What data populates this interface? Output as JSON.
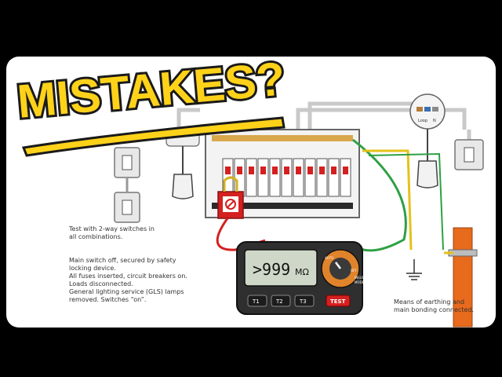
{
  "headline": "MISTAKES?",
  "notes": {
    "switch_test": [
      "Test with 2-way switches in",
      "all combinations."
    ],
    "conditions": [
      "Main switch off, secured by safety",
      "locking device.",
      "All fuses inserted, circuit breakers on.",
      "Loads disconnected.",
      "General lighting service (GLS) lamps",
      "removed. Switches “on”."
    ],
    "earthing": [
      "Means of earthing and",
      "main bonding connected."
    ]
  },
  "meter": {
    "reading": ">999",
    "unit": "MΩ",
    "buttons": [
      "T1",
      "T2",
      "T3"
    ],
    "test_button": "TEST",
    "dial_labels": [
      "AUTO",
      "OFF",
      "INSUL",
      "MODE"
    ]
  },
  "ceiling_rose": {
    "terminal_labels": [
      "Loop",
      "N"
    ]
  },
  "colors": {
    "headline_fill": "#ffd21a",
    "headline_shadow": "#1a1a1a",
    "lead_red": "#d42020",
    "lead_green": "#2ea043",
    "earth_yellow": "#e4c21a",
    "bonding_orange": "#e86a1c",
    "background": "#ffffff"
  },
  "icons": [
    "lock-icon",
    "earth-symbol-icon",
    "lamp-icon",
    "switch-icon"
  ]
}
